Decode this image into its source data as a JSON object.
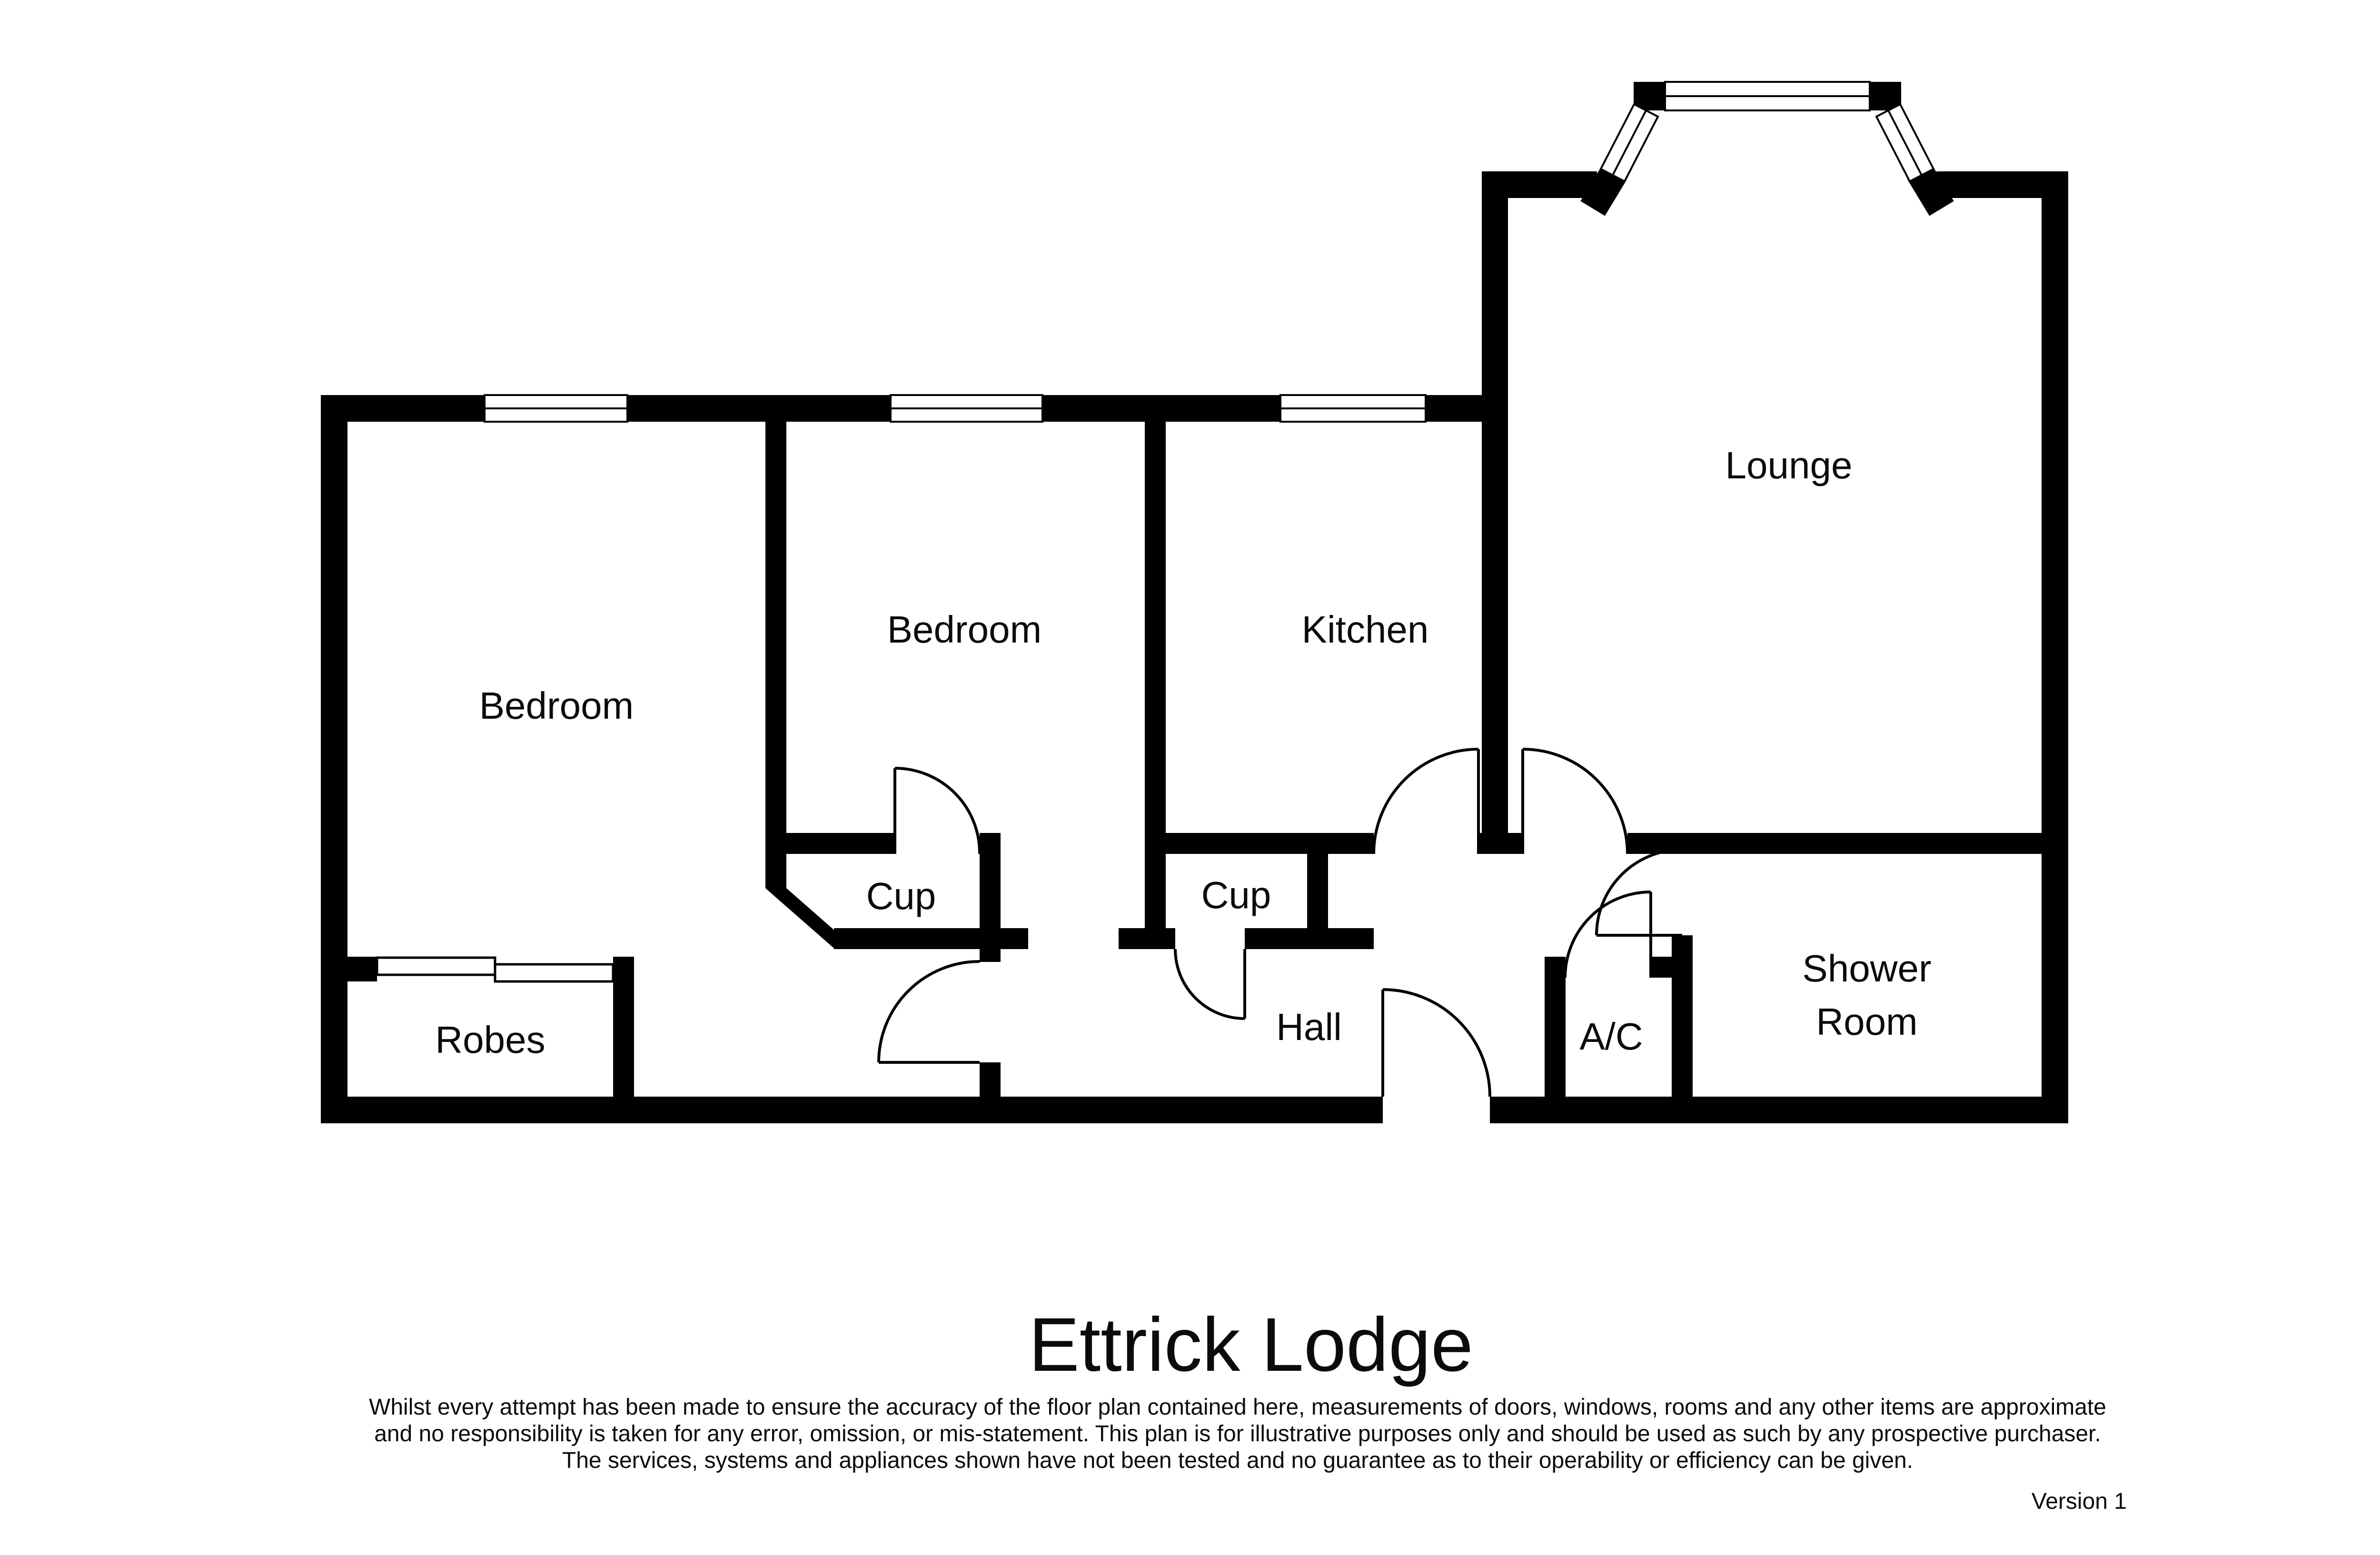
{
  "title": "Ettrick Lodge",
  "floorplan": {
    "labels": {
      "bedroom1": "Bedroom",
      "bedroom2": "Bedroom",
      "kitchen": "Kitchen",
      "lounge": "Lounge",
      "cup1": "Cup",
      "cup2": "Cup",
      "hall": "Hall",
      "ac": "A/C",
      "shower_line1": "Shower",
      "shower_line2": "Room",
      "robes": "Robes"
    }
  },
  "disclaimer": {
    "line1": "Whilst every attempt has been made to ensure the accuracy of the floor plan contained here, measurements of doors, windows, rooms and any other items are approximate",
    "line2": "and no responsibility is taken for any error, omission, or mis-statement. This plan is for illustrative purposes only and should be used as such by any prospective purchaser.",
    "line3": "The services, systems and appliances shown have not been tested and no guarantee as to their operability or efficiency can be given."
  },
  "version": "Version 1",
  "colors": {
    "wall": "#000000",
    "background": "#ffffff",
    "text": "#0b0b0b"
  }
}
